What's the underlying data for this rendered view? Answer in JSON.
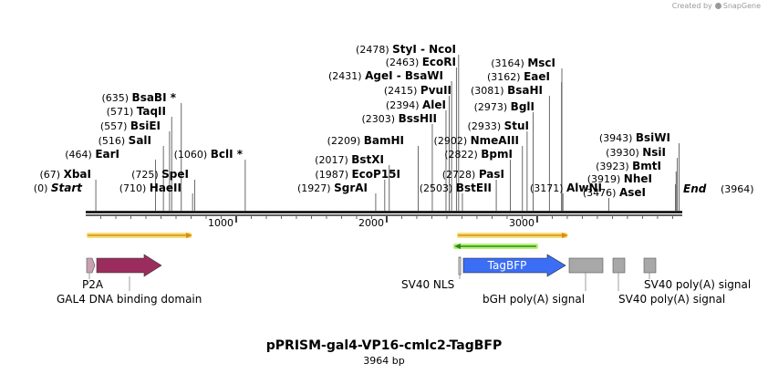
{
  "credit": {
    "prefix": "Created by",
    "brand": "SnapGene"
  },
  "title": "pPRISM-gal4-VP16-cmlc2-TagBFP",
  "size_label": "3964 bp",
  "sequence_length": 3964,
  "ruler_ticks": [
    "1000",
    "2000",
    "3000"
  ],
  "sites": [
    {
      "pos": "(0)",
      "name": "Start",
      "bp": 0,
      "kind": "start"
    },
    {
      "pos": "(67)",
      "name": "XbaI",
      "bp": 67
    },
    {
      "pos": "(710)",
      "name": "HaeII",
      "bp": 710
    },
    {
      "pos": "(725)",
      "name": "SpeI",
      "bp": 725
    },
    {
      "pos": "(464)",
      "name": "EarI",
      "bp": 464
    },
    {
      "pos": "(516)",
      "name": "SalI",
      "bp": 516
    },
    {
      "pos": "(557)",
      "name": "BsiEI",
      "bp": 557
    },
    {
      "pos": "(571)",
      "name": "TaqII",
      "bp": 571
    },
    {
      "pos": "(635)",
      "name": "BsaBI *",
      "bp": 635
    },
    {
      "pos": "(1060)",
      "name": "BclI *",
      "bp": 1060
    },
    {
      "pos": "(1927)",
      "name": "SgrAI",
      "bp": 1927
    },
    {
      "pos": "(1987)",
      "name": "EcoP15I",
      "bp": 1987
    },
    {
      "pos": "(2017)",
      "name": "BstXI",
      "bp": 2017
    },
    {
      "pos": "(2209)",
      "name": "BamHI",
      "bp": 2209
    },
    {
      "pos": "(2303)",
      "name": "BssHII",
      "bp": 2303
    },
    {
      "pos": "(2394)",
      "name": "AleI",
      "bp": 2394
    },
    {
      "pos": "(2415)",
      "name": "PvuII",
      "bp": 2415
    },
    {
      "pos": "(2431)",
      "name": "AgeI  - BsaWI",
      "bp": 2431
    },
    {
      "pos": "(2463)",
      "name": "EcoRI",
      "bp": 2463
    },
    {
      "pos": "(2478)",
      "name": "StyI  - NcoI",
      "bp": 2478
    },
    {
      "pos": "(2503)",
      "name": "BstEII",
      "bp": 2503
    },
    {
      "pos": "(2728)",
      "name": "PasI",
      "bp": 2728
    },
    {
      "pos": "(2822)",
      "name": "BpmI",
      "bp": 2822
    },
    {
      "pos": "(2902)",
      "name": "NmeAIII",
      "bp": 2902
    },
    {
      "pos": "(2933)",
      "name": "StuI",
      "bp": 2933
    },
    {
      "pos": "(2973)",
      "name": "BglI",
      "bp": 2973
    },
    {
      "pos": "(3081)",
      "name": "BsaHI",
      "bp": 3081
    },
    {
      "pos": "(3162)",
      "name": "EaeI",
      "bp": 3162
    },
    {
      "pos": "(3164)",
      "name": "MscI",
      "bp": 3164
    },
    {
      "pos": "(3171)",
      "name": "AlwNI",
      "bp": 3171
    },
    {
      "pos": "(3476)",
      "name": "AseI",
      "bp": 3476
    },
    {
      "pos": "(3919)",
      "name": "NheI",
      "bp": 3919
    },
    {
      "pos": "(3923)",
      "name": "BmtI",
      "bp": 3923
    },
    {
      "pos": "(3930)",
      "name": "NsiI",
      "bp": 3930
    },
    {
      "pos": "(3943)",
      "name": "BsiWI",
      "bp": 3943
    },
    {
      "pos": "(3964)",
      "name": "End",
      "bp": 3964,
      "kind": "end"
    }
  ],
  "features": [
    {
      "name": "P2A",
      "color": "#c8a0b0",
      "strand": "forward"
    },
    {
      "name": "GAL4 DNA binding domain",
      "color": "#9b2d5e",
      "strand": "forward"
    },
    {
      "name": "SV40 NLS",
      "color": "#e8e8e8",
      "strand": "none"
    },
    {
      "name": "TagBFP",
      "color": "#3b6ef5",
      "strand": "forward"
    },
    {
      "name": "bGH poly(A) signal",
      "color": "#a8a8a8",
      "strand": "none"
    },
    {
      "name": "SV40 poly(A) signal",
      "color": "#a8a8a8",
      "strand": "none"
    },
    {
      "name": "SV40 poly(A) signal",
      "color": "#a8a8a8",
      "strand": "none"
    }
  ],
  "orf_colors": {
    "forward_orf": "#e08a10",
    "forward_glow": "#f3e07a",
    "reverse_orf": "#2a8a20",
    "reverse_glow": "#b8f070"
  }
}
